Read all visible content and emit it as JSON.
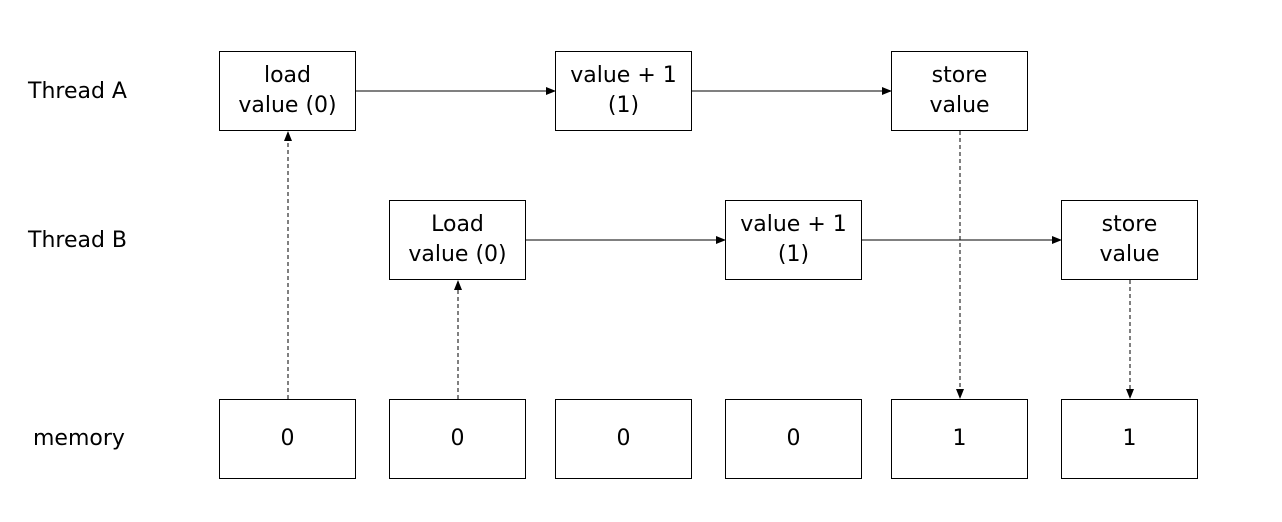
{
  "rows": {
    "thread_a": "Thread A",
    "thread_b": "Thread B",
    "memory": "memory"
  },
  "thread_a": {
    "load": [
      "load",
      "value (0)"
    ],
    "increment": [
      "value + 1",
      "(1)"
    ],
    "store": [
      "store",
      "value"
    ]
  },
  "thread_b": {
    "load": [
      "Load",
      "value (0)"
    ],
    "increment": [
      "value + 1",
      "(1)"
    ],
    "store": [
      "store",
      "value"
    ]
  },
  "memory": [
    "0",
    "0",
    "0",
    "0",
    "1",
    "1"
  ]
}
